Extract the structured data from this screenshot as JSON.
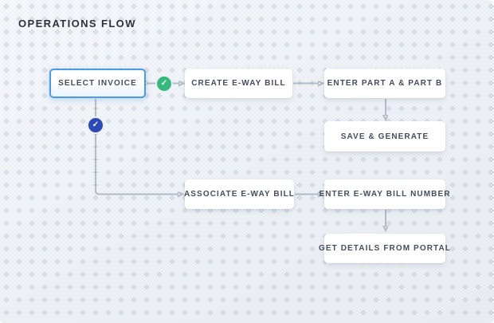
{
  "title": "OPERATIONS FLOW",
  "icons": {
    "check": "✓"
  },
  "colors": {
    "selected_node_border": "#4e9ae1",
    "success_badge": "#36b97e",
    "info_badge": "#2b49b3",
    "connector": "#b3bac7",
    "node_text": "#434d5e",
    "title_text": "#2d3238",
    "canvas_top": "#f3f5f9",
    "canvas_bottom": "#e8ecf2"
  },
  "flow": {
    "nodes": [
      {
        "id": "select-invoice",
        "label": "SELECT INVOICE",
        "selected": true
      },
      {
        "id": "create-eway-bill",
        "label": "CREATE E-WAY BILL",
        "selected": false
      },
      {
        "id": "enter-part-a-and-part-b",
        "label": "ENTER PART A & PART B",
        "selected": false
      },
      {
        "id": "save-and-generate",
        "label": "SAVE & GENERATE",
        "selected": false
      },
      {
        "id": "associate-eway-bill",
        "label": "ASSOCIATE E-WAY BILL",
        "selected": false
      },
      {
        "id": "enter-eway-bill-number",
        "label": "ENTER E-WAY BILL NUMBER",
        "selected": false
      },
      {
        "id": "get-details-from-portal",
        "label": "GET DETAILS FROM PORTAL",
        "selected": false
      }
    ],
    "edges": [
      {
        "from": "select-invoice",
        "to": "create-eway-bill",
        "badge": "green-check"
      },
      {
        "from": "create-eway-bill",
        "to": "enter-part-a-and-part-b"
      },
      {
        "from": "enter-part-a-and-part-b",
        "to": "save-and-generate"
      },
      {
        "from": "select-invoice",
        "to": "associate-eway-bill",
        "badge": "blue-check"
      },
      {
        "from": "associate-eway-bill",
        "to": "enter-eway-bill-number"
      },
      {
        "from": "enter-eway-bill-number",
        "to": "get-details-from-portal"
      }
    ]
  }
}
